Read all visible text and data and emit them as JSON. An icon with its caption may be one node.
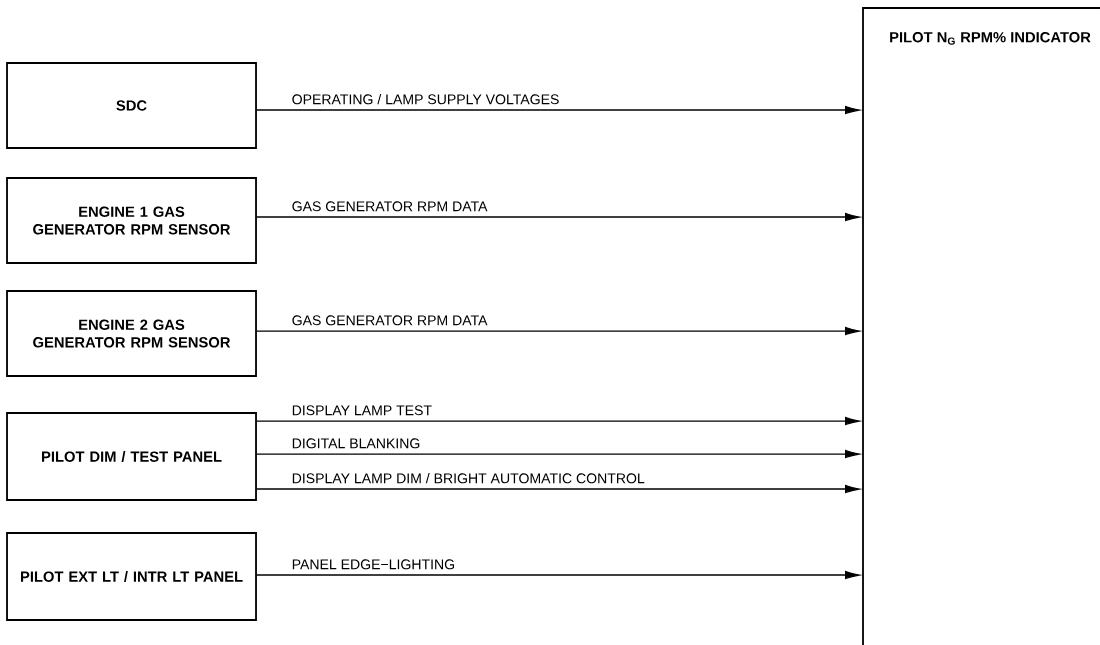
{
  "diagram": {
    "nodes": [
      {
        "text": [
          "SDC"
        ]
      },
      {
        "text": [
          "ENGINE 1 GAS GENERATOR RPM SENSOR"
        ]
      },
      {
        "text": [
          "ENGINE 2 GAS GENERATOR RPM SENSOR"
        ]
      },
      {
        "text": [
          "PILOT DIM / TEST PANEL"
        ]
      },
      {
        "text": [
          "PILOT EXT LT / INTR LT PANEL"
        ]
      },
      {
        "text": [
          "PILOT N$_{G}$ RPM% INDICATOR"
        ]
      }
    ],
    "edges": [
      {
        "from": 0,
        "to": 5,
        "arrow": "to",
        "label": "OPERATING / LAMP SUPPLY VOLTAGES"
      },
      {
        "from": 1,
        "to": 5,
        "arrow": "to",
        "label": "GAS GENERATOR RPM DATA"
      },
      {
        "from": 2,
        "to": 5,
        "arrow": "to",
        "label": "GAS GENERATOR RPM DATA"
      },
      {
        "from": 3,
        "to": 5,
        "arrow": "to",
        "label": "DISPLAY LAMP TEST"
      },
      {
        "from": 3,
        "to": 5,
        "arrow": "to",
        "label": "DIGITAL BLANKING"
      },
      {
        "from": 3,
        "to": 5,
        "arrow": "to",
        "label": "DISPLAY LAMP DIM / BRIGHT AUTOMATIC CONTROL"
      },
      {
        "from": 4,
        "to": 5,
        "arrow": "to",
        "label": "PANEL   EDGE−LIGHTING"
      }
    ]
  }
}
